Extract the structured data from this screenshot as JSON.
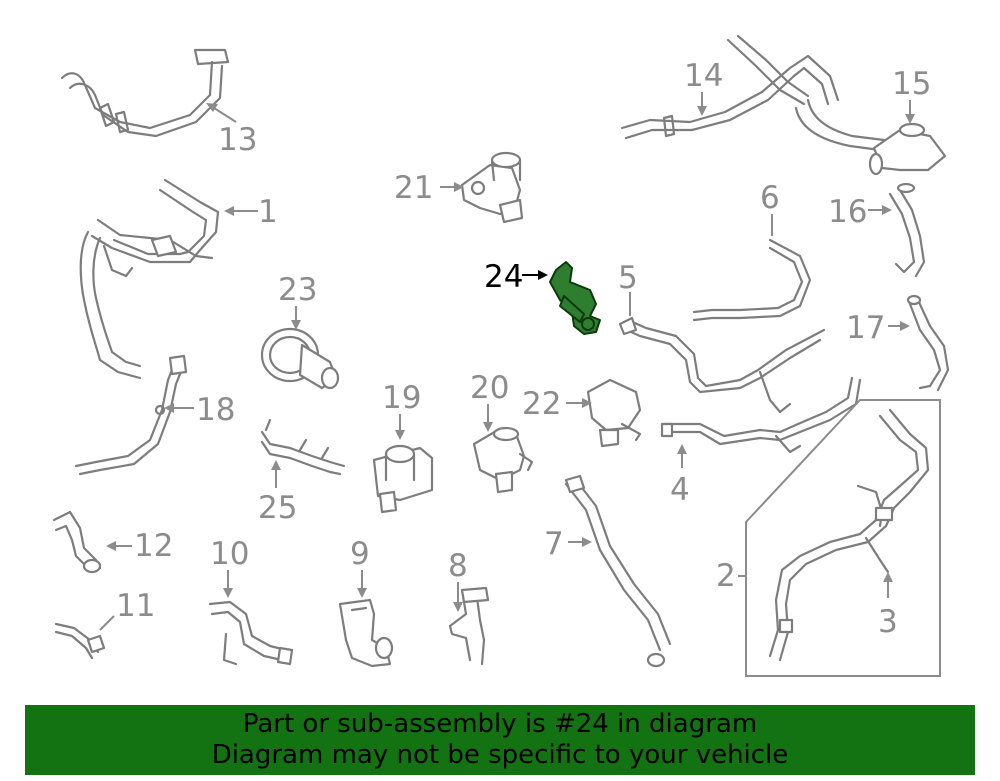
{
  "highlight_color": "#2f7d2f",
  "banner_color": "#137313",
  "labels": {
    "l1": "1",
    "l2": "2",
    "l3": "3",
    "l4": "4",
    "l5": "5",
    "l6": "6",
    "l7": "7",
    "l8": "8",
    "l9": "9",
    "l10": "10",
    "l11": "11",
    "l12": "12",
    "l13": "13",
    "l14": "14",
    "l15": "15",
    "l16": "16",
    "l17": "17",
    "l18": "18",
    "l19": "19",
    "l20": "20",
    "l21": "21",
    "l22": "22",
    "l23": "23",
    "l24": "24",
    "l25": "25"
  },
  "banner": {
    "line1": "Part or sub-assembly is #24 in diagram",
    "line2": "Diagram may not be specific to your vehicle"
  }
}
